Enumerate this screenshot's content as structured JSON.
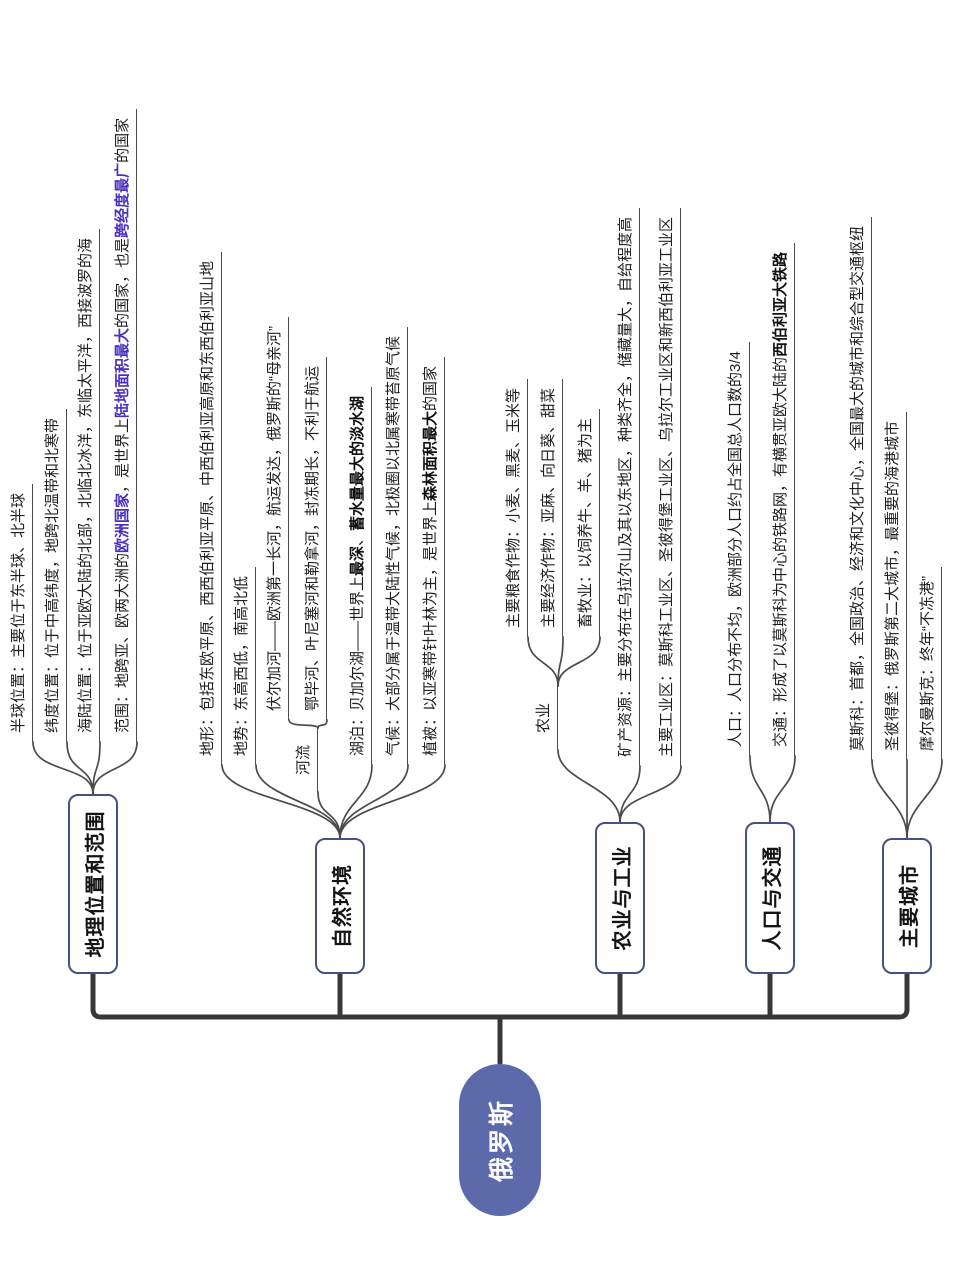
{
  "colors": {
    "root_fill": "#5c6aab",
    "node_border": "#47517f",
    "trunk": "#38383a",
    "line": "#4b4b4e",
    "text": "#1f1f1f",
    "accent_purple": "#4a2fc2"
  },
  "root": {
    "label": "俄罗斯"
  },
  "branches": [
    {
      "label": "地理位置和范围",
      "items": [
        {
          "segments": [
            {
              "t": "半球位置：主要位于东半球、北半球"
            }
          ]
        },
        {
          "segments": [
            {
              "t": "纬度位置：位于中高纬度，地跨北温带和北寒带"
            }
          ]
        },
        {
          "segments": [
            {
              "t": "海陆位置：位于亚欧大陆的北部，北临北冰洋，东临太平洋，西接波罗的海"
            }
          ]
        },
        {
          "segments": [
            {
              "t": "范围：地跨亚、欧两大洲的"
            },
            {
              "t": "欧洲国家",
              "s": "p"
            },
            {
              "t": "，是世界上"
            },
            {
              "t": "陆地面积最大",
              "s": "p"
            },
            {
              "t": "的国家，也是"
            },
            {
              "t": "跨经度最广",
              "s": "p"
            },
            {
              "t": "的国家"
            }
          ]
        }
      ]
    },
    {
      "label": "自然环境",
      "items": [
        {
          "segments": [
            {
              "t": "地形：包括东欧平原、西西伯利亚平原、中西伯利亚高原和东西伯利亚山地"
            }
          ]
        },
        {
          "segments": [
            {
              "t": "地势：东高西低，南高北低"
            }
          ]
        },
        {
          "segments": [
            {
              "t": "湖泊：贝加尔湖——世界上"
            },
            {
              "t": "最深",
              "s": "b"
            },
            {
              "t": "、"
            },
            {
              "t": "蓄水量最大的淡水湖",
              "s": "b"
            }
          ]
        },
        {
          "segments": [
            {
              "t": "气候：大部分属于温带大陆性气候，北极圈以北属寒带苔原气候"
            }
          ]
        },
        {
          "segments": [
            {
              "t": "植被：以亚寒带针叶林为主，是世界上"
            },
            {
              "t": "森林面积最大",
              "s": "b"
            },
            {
              "t": "的国家"
            }
          ]
        }
      ],
      "groups": [
        {
          "label": "河流",
          "items": [
            {
              "segments": [
                {
                  "t": "伏尔加河——欧洲第一长河，航运发达，俄罗斯的“母亲河”"
                }
              ]
            },
            {
              "segments": [
                {
                  "t": "鄂毕河、叶尼塞河和勒拿河，封冻期长，不利于航运"
                }
              ]
            }
          ]
        }
      ]
    },
    {
      "label": "农业与工业",
      "items": [
        {
          "segments": [
            {
              "t": "矿产资源：主要分布在乌拉尔山及其以东地区，种类齐全，储藏量大，自给程度高"
            }
          ]
        },
        {
          "segments": [
            {
              "t": "主要工业区：莫斯科工业区、圣彼得堡工业区、乌拉尔工业区和新西伯利亚工业区"
            }
          ]
        }
      ],
      "groups": [
        {
          "label": "农业",
          "items": [
            {
              "segments": [
                {
                  "t": "主要粮食作物：小麦、黑麦、玉米等"
                }
              ]
            },
            {
              "segments": [
                {
                  "t": "主要经济作物：亚麻、向日葵、甜菜"
                }
              ]
            },
            {
              "segments": [
                {
                  "t": "畜牧业：以饲养牛、羊、猪为主"
                }
              ]
            }
          ]
        }
      ]
    },
    {
      "label": "人口与交通",
      "items": [
        {
          "segments": [
            {
              "t": "人口：人口分布不均，欧洲部分人口约占全国总人口数的3/4"
            }
          ]
        },
        {
          "segments": [
            {
              "t": "交通：形成了以莫斯科为中心的铁路网，有横贯亚欧大陆的"
            },
            {
              "t": "西伯利亚大铁路",
              "s": "b"
            }
          ]
        }
      ]
    },
    {
      "label": "主要城市",
      "items": [
        {
          "segments": [
            {
              "t": "莫斯科：首都，全国政治、经济和文化中心，全国最大的城市和综合型交通枢纽"
            }
          ]
        },
        {
          "segments": [
            {
              "t": "圣彼得堡：俄罗斯第二大城市，最重要的海港城市"
            }
          ]
        },
        {
          "segments": [
            {
              "t": "摩尔曼斯克：终年“不冻港”"
            }
          ]
        }
      ]
    }
  ]
}
